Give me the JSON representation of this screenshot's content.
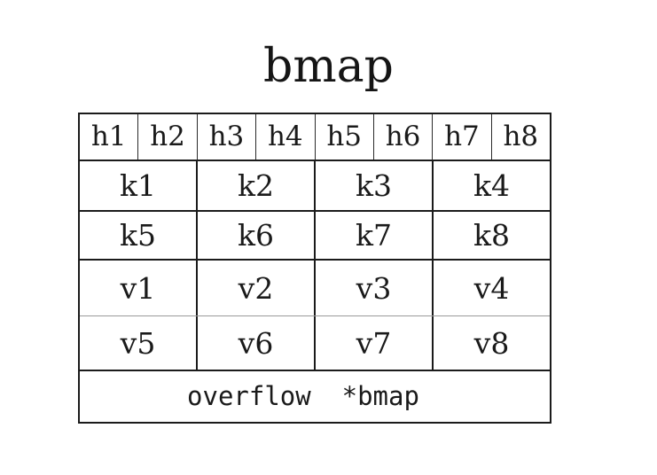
{
  "title": "bmap",
  "table": {
    "header_row": {
      "name": "hash-top-bytes-row",
      "cells": [
        "h1",
        "h2",
        "h3",
        "h4",
        "h5",
        "h6",
        "h7",
        "h8"
      ]
    },
    "key_rows": [
      {
        "name": "keys-row-1",
        "cells": [
          "k1",
          "k2",
          "k3",
          "k4"
        ]
      },
      {
        "name": "keys-row-2",
        "cells": [
          "k5",
          "k6",
          "k7",
          "k8"
        ]
      }
    ],
    "value_rows": [
      {
        "name": "values-row-1",
        "cells": [
          "v1",
          "v2",
          "v3",
          "v4"
        ]
      },
      {
        "name": "values-row-2",
        "cells": [
          "v5",
          "v6",
          "v7",
          "v8"
        ]
      }
    ],
    "overflow_row": {
      "name": "overflow-pointer-row",
      "text": "overflow  *bmap"
    }
  },
  "colors": {
    "background": "#ffffff",
    "text": "#1a1a1a",
    "border_strong": "#1b1b1b",
    "border_thin": "#2a2a2a",
    "border_faint": "#9a9a9a"
  }
}
